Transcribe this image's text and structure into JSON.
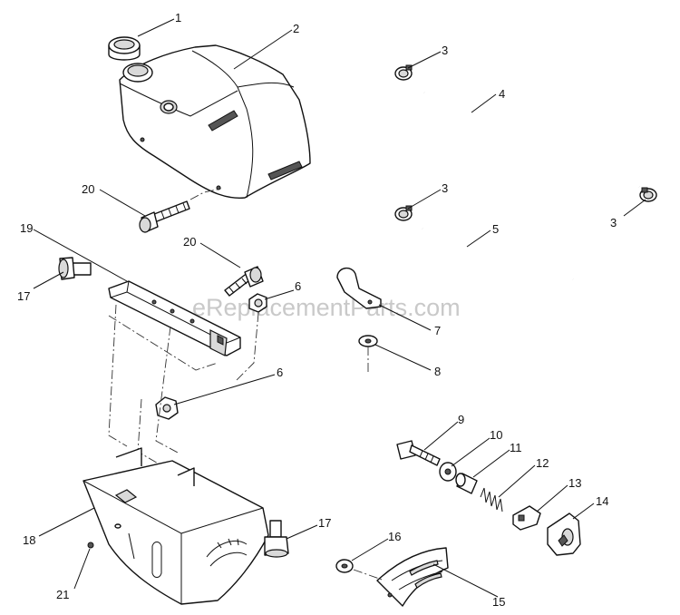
{
  "watermark": "eReplacementParts.com",
  "callouts": [
    "1",
    "2",
    "3",
    "3",
    "3",
    "4",
    "5",
    "6",
    "6",
    "7",
    "8",
    "9",
    "10",
    "11",
    "12",
    "13",
    "14",
    "15",
    "16",
    "17",
    "17",
    "18",
    "19",
    "20",
    "20",
    "21"
  ]
}
